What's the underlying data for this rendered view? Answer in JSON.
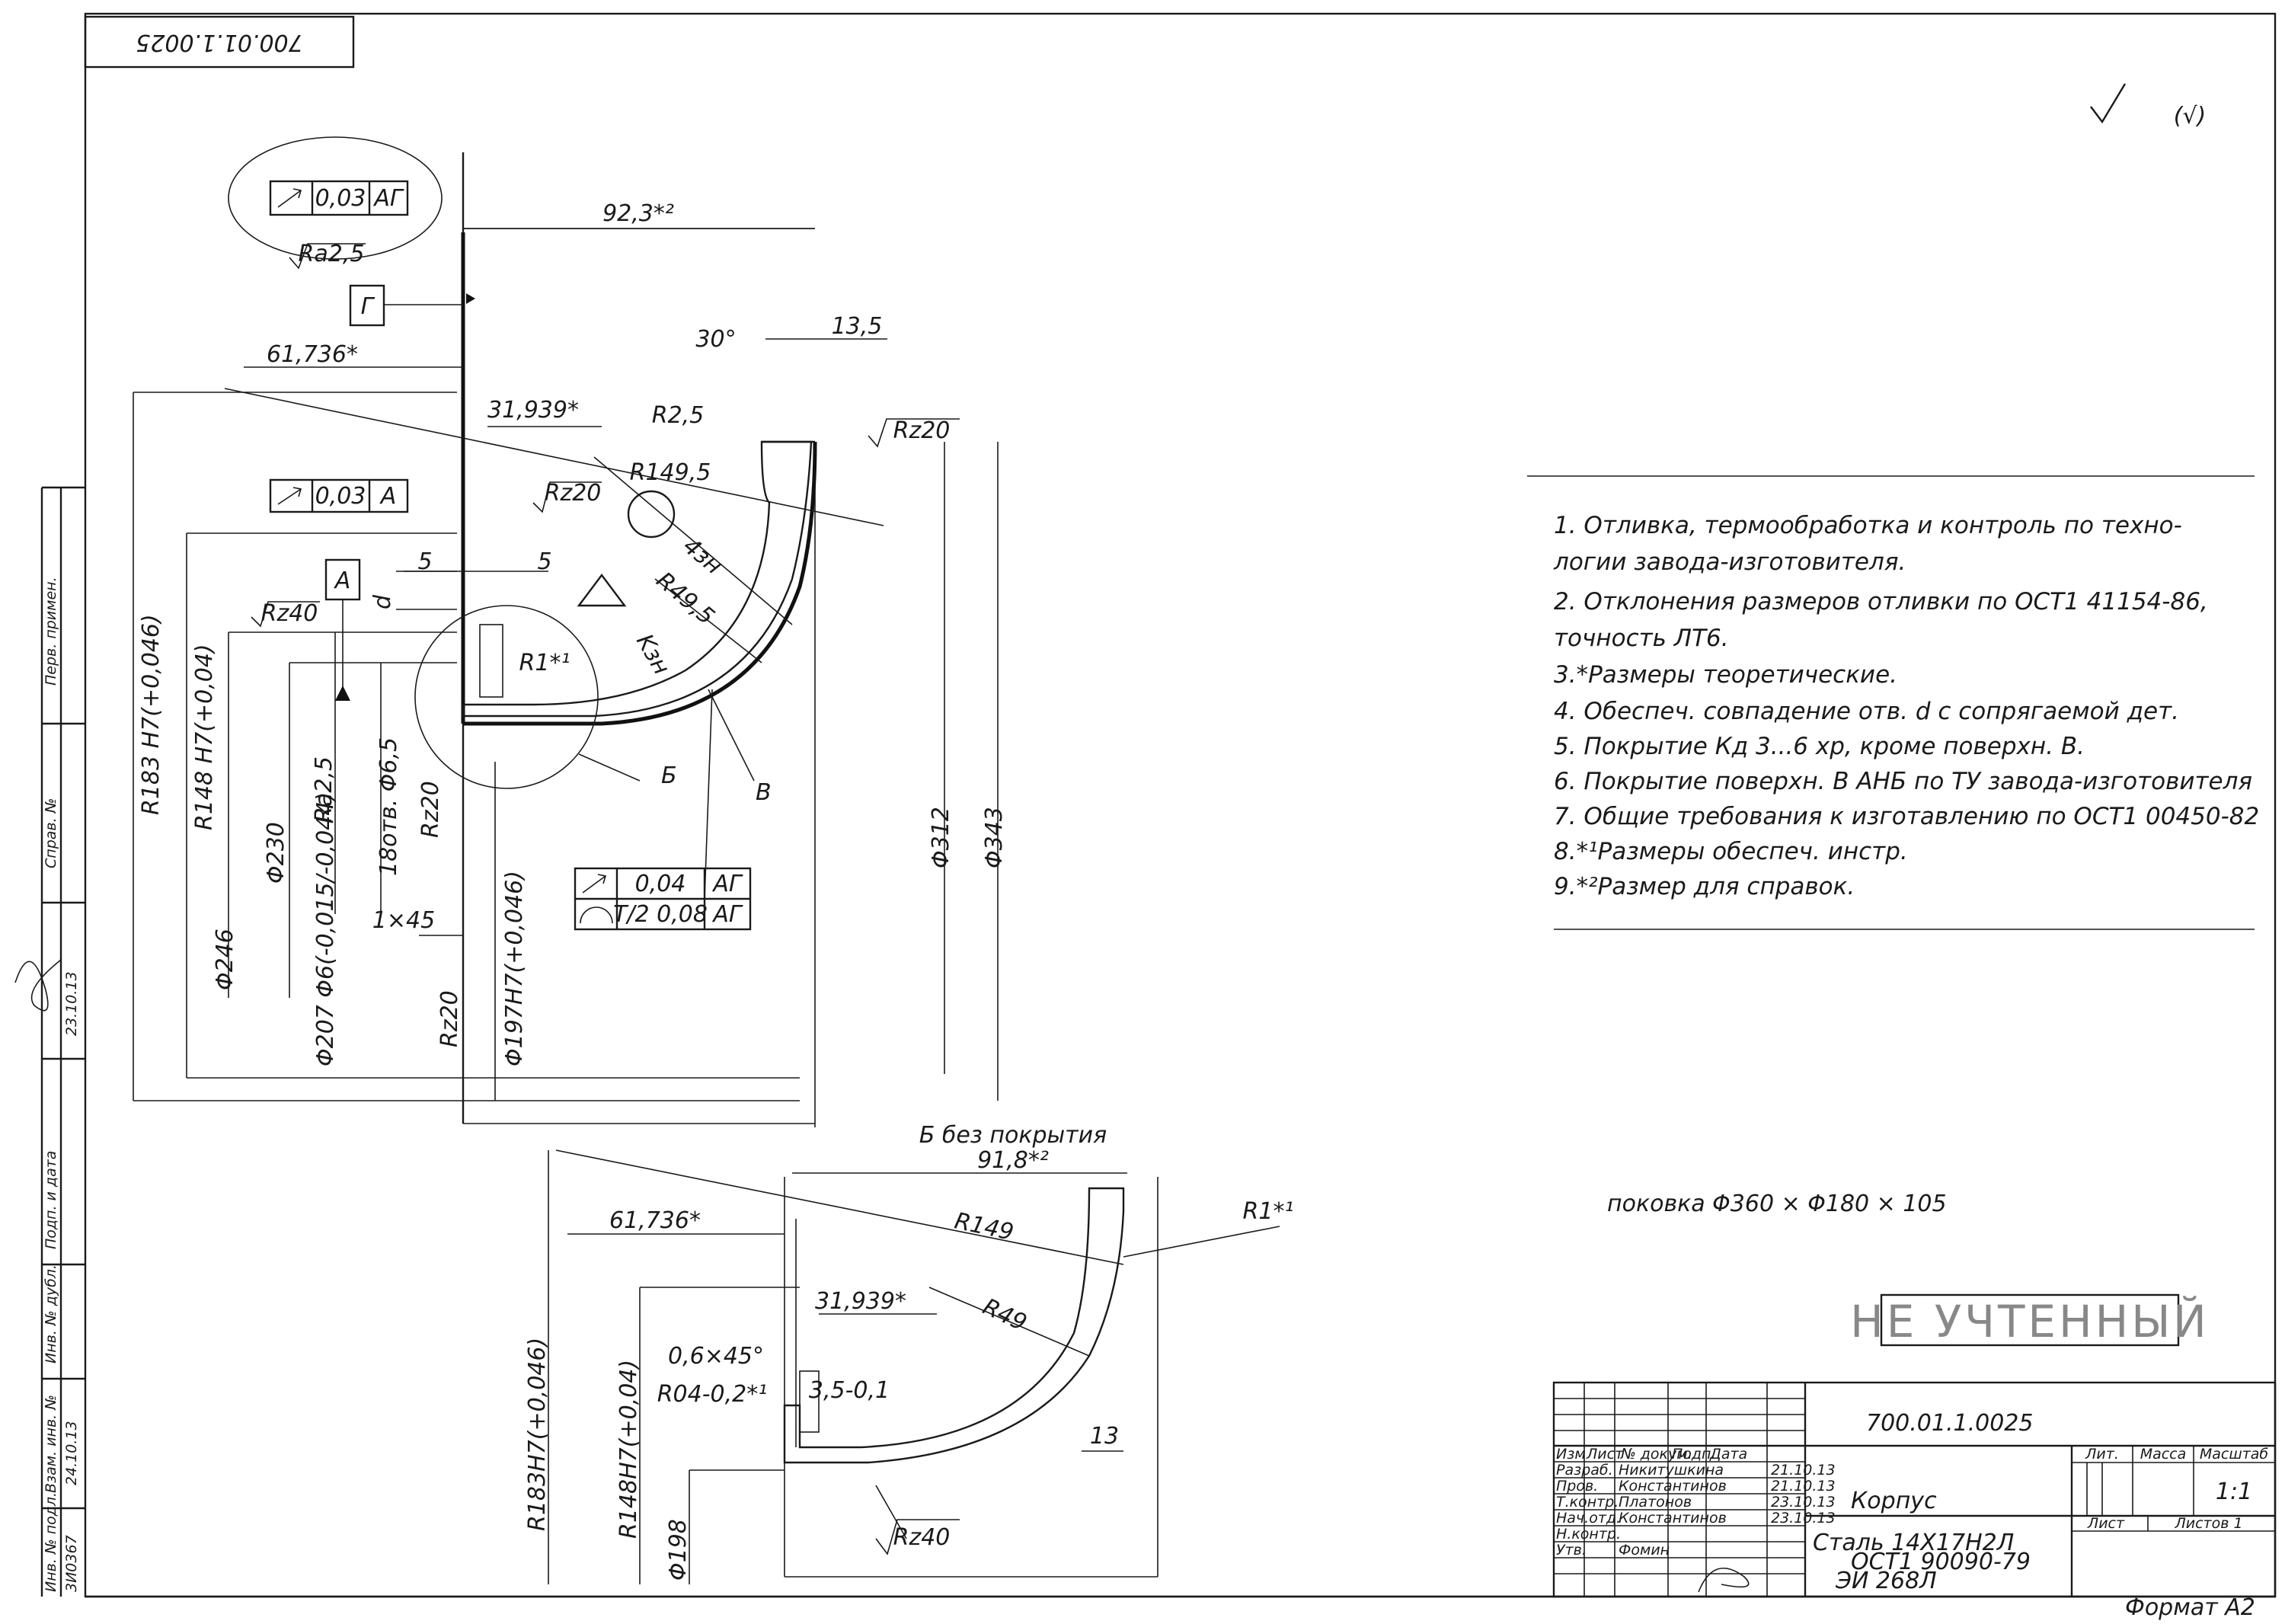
{
  "top_number": "700.01.1.0025",
  "top_marks": "(√)",
  "left_strip": [
    "Перв. примен.",
    "Справ. №",
    "Подп. и дата",
    "Инв. № дубл.",
    "Взам. инв. №",
    "Инв. № подл."
  ],
  "strip_values": [
    "23.10.13",
    "24.10.13",
    "3И0367"
  ],
  "main": {
    "dims": [
      "92,3*²",
      "61,736*",
      "31,939*",
      "30°",
      "13,5",
      "R2,5",
      "R149,5",
      "4зн",
      "R49,5",
      "Kзн",
      "R1*¹",
      "5",
      "5",
      "d",
      "1×45",
      "R183 H7(+0,046)",
      "R148 H7(+0,04)",
      "Φ246",
      "Φ230",
      "Φ207 Φ6(-0,015/-0,044)",
      "18отв. Φ6,5",
      "Φ197H7(+0,046)",
      "Φ312",
      "Φ343"
    ],
    "roughness": [
      "Ra2,5",
      "Rz20",
      "Rz20",
      "Rz40",
      "Ra2,5",
      "Rz20",
      "Rz20"
    ],
    "datums": [
      "Г",
      "А"
    ],
    "tolerance_frames": [
      [
        "0,03",
        "АГ"
      ],
      [
        "0,03",
        "А"
      ],
      [
        "0,04",
        "АГ"
      ],
      [
        "T/2 0,08",
        "АГ"
      ]
    ],
    "letters": [
      "Б",
      "В"
    ]
  },
  "detail": {
    "title": "Б без покрытия",
    "dims": [
      "91,8*²",
      "61,736*",
      "31,939*",
      "R149",
      "R49",
      "R1*¹",
      "0,6×45°",
      "R04-0,2*¹",
      "3,5-0,1",
      "13",
      "R183H7(+0,046)",
      "R148H7(+0,04)",
      "Φ198"
    ],
    "roughness": "Rz40"
  },
  "notes": [
    "1. Отливка, термообработка и контроль по техно-",
    "логии завода-изготовителя.",
    "2. Отклонения размеров отливки по ОСТ1 41154-86,",
    "точность ЛТ6.",
    "3.*Размеры теоретические.",
    "4. Обеспеч. совпадение отв. d с сопрягаемой дет.",
    "5. Покрытие Кд 3...6 хр, кроме поверхн. В.",
    "6. Покрытие поверхн. В АНБ по ТУ завода-изготовителя",
    "7. Общие требования к изготавлению по ОСТ1 00450-82",
    "8.*¹Размеры обеспеч. инстр.",
    "9.*²Размер для справок."
  ],
  "blank_note": "поковка  Φ360 × Φ180 × 105",
  "stamp": "НЕ УЧТЕННЫЙ",
  "title_block": {
    "drawing_number": "700.01.1.0025",
    "part_name": "Корпус",
    "material": [
      "Сталь 14Х17Н2Л",
      "ОСТ1 90090-79",
      "ЭИ 268Л"
    ],
    "headers": [
      "Изм",
      "Лист",
      "№ докум.",
      "Подп.",
      "Дата"
    ],
    "roles": [
      "Разраб.",
      "Пров.",
      "Т.контр.",
      "Нач.отд.",
      "Н.контр.",
      "Утв."
    ],
    "names": [
      "Никитушкина",
      "Константинов",
      "Платонов",
      "Константинов",
      "Фомин"
    ],
    "dates": [
      "21.10.13",
      "21.10.13",
      "23.10.13",
      "23.10.13"
    ],
    "lit": "Лит.",
    "massa": "Масса",
    "masshtab": "Масштаб",
    "scale": "1:1",
    "list": "Лист",
    "listov": "Листов 1",
    "format": "Формат А2"
  }
}
